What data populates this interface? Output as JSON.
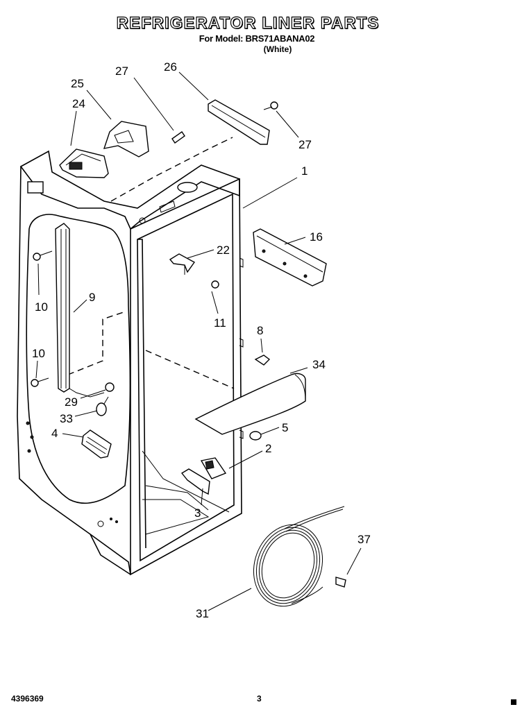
{
  "header": {
    "title": "REFRIGERATOR LINER PARTS",
    "model_line": "For Model: BRS71ABANA02",
    "color_line": "(White)"
  },
  "callouts": [
    "27",
    "26",
    "25",
    "24",
    "27",
    "1",
    "16",
    "22",
    "10",
    "9",
    "11",
    "8",
    "34",
    "10",
    "29",
    "33",
    "4",
    "5",
    "2",
    "3",
    "37",
    "31"
  ],
  "footer": {
    "doc_number": "4396369",
    "page_number": "3"
  }
}
